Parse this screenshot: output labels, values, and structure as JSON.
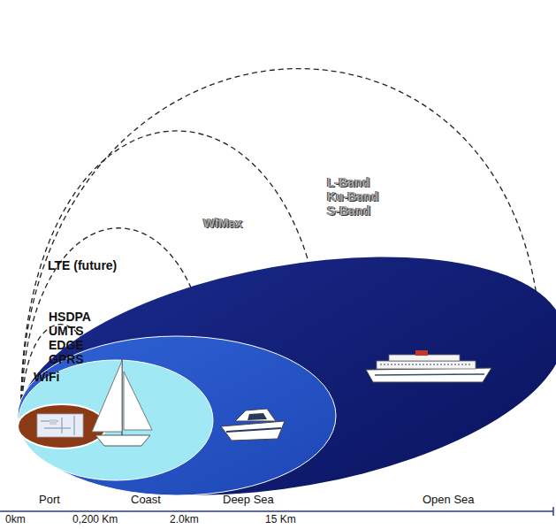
{
  "diagram": {
    "labels": [
      "WiFi",
      "HSDPA UMTS EDGE GPRS",
      "LTE (future)",
      "WiMax",
      "L-Band Ku-Band S-Band",
      "Port",
      "Coast",
      "Deep Sea",
      "Open Sea",
      "0km",
      "0,200 Km",
      "2.0km",
      "15 Km"
    ]
  }
}
